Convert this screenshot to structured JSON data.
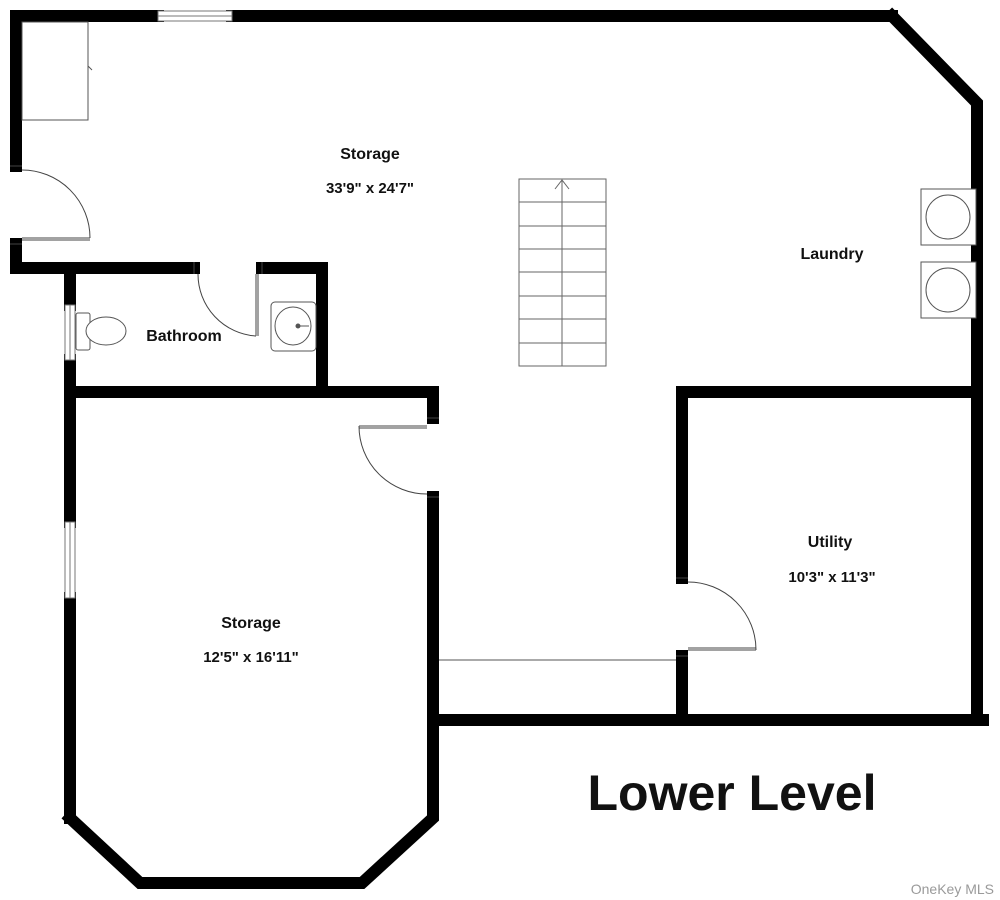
{
  "plan": {
    "title": "Lower Level",
    "credit": "OneKey MLS",
    "rooms": {
      "storage_main": {
        "name": "Storage",
        "dims": "33'9\" x 24'7\""
      },
      "laundry": {
        "name": "Laundry"
      },
      "bathroom": {
        "name": "Bathroom"
      },
      "utility": {
        "name": "Utility",
        "dims": "10'3\" x 11'3\""
      },
      "storage_lower": {
        "name": "Storage",
        "dims": "12'5\" x 16'11\""
      }
    }
  },
  "colors": {
    "wall": "#000000",
    "fixture": "#555555",
    "background": "#ffffff"
  }
}
